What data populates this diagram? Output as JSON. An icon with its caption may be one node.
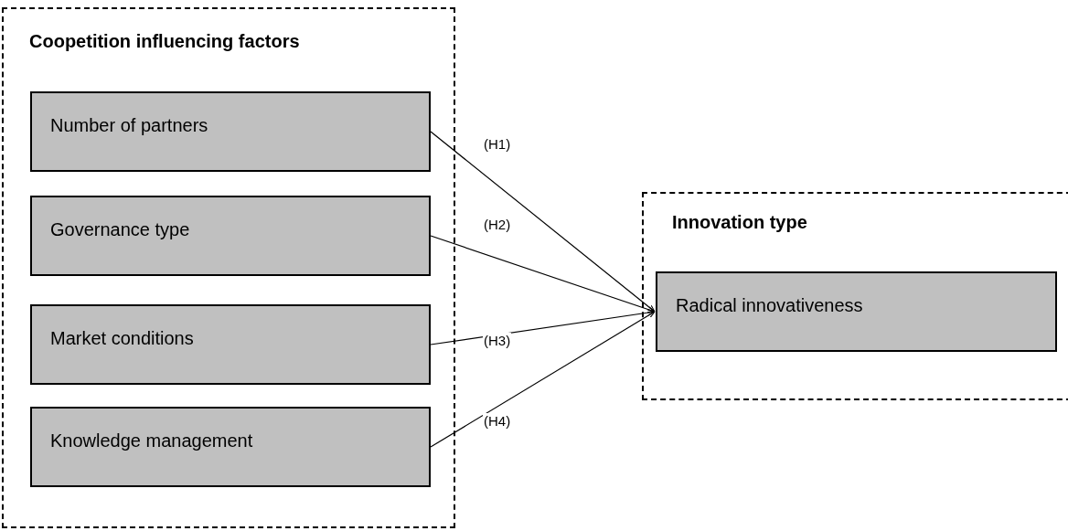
{
  "diagram": {
    "nodes": [
      {
        "text": [
          "Coopetition influencing factors"
        ]
      },
      {
        "text": [
          "Number of partners"
        ],
        "in": 0
      },
      {
        "text": [
          "Governance type"
        ],
        "in": 0
      },
      {
        "text": [
          "Market conditions"
        ],
        "in": 0
      },
      {
        "text": [
          "Knowledge management"
        ],
        "in": 0
      },
      {
        "text": [
          "Innovation type"
        ]
      },
      {
        "text": [
          "Radical innovativeness"
        ],
        "in": 5
      }
    ],
    "edges": [
      {
        "from": 1,
        "to": 6,
        "arrow": "to",
        "label": "(H1)"
      },
      {
        "from": 2,
        "to": 6,
        "arrow": "to",
        "label": "(H2)"
      },
      {
        "from": 3,
        "to": 6,
        "arrow": "to",
        "label": "(H3)"
      },
      {
        "from": 4,
        "to": 6,
        "arrow": "to",
        "label": "(H4)"
      }
    ]
  }
}
